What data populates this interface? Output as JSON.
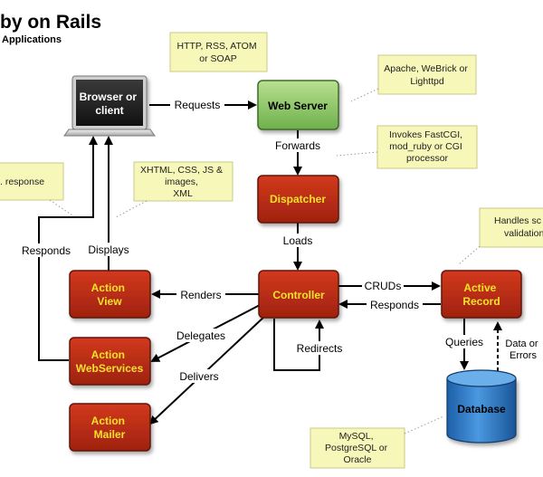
{
  "header": {
    "title": "by on Rails",
    "subtitle": "Applications"
  },
  "nodes": {
    "browser": [
      "Browser or",
      "client"
    ],
    "web_server": [
      "Web Server"
    ],
    "dispatcher": [
      "Dispatcher"
    ],
    "controller": [
      "Controller"
    ],
    "action_view": [
      "Action",
      "View"
    ],
    "action_webservices": [
      "Action",
      "WebServices"
    ],
    "action_mailer": [
      "Action",
      "Mailer"
    ],
    "active_record": [
      "Active",
      "Record"
    ],
    "database": [
      "Database"
    ]
  },
  "notes": {
    "http": [
      "HTTP, RSS, ATOM",
      "or SOAP"
    ],
    "apache": [
      "Apache, WeBrick or",
      "Lighttpd"
    ],
    "fastcgi": [
      "Invokes FastCGI,",
      "mod_ruby or CGI",
      "processor"
    ],
    "response": [
      ". response"
    ],
    "xhtml": [
      "XHTML, CSS, JS &",
      "images,",
      "XML"
    ],
    "validation": [
      "Handles sc",
      "validation"
    ],
    "mysql": [
      "MySQL,",
      "PostgreSQL or",
      "Oracle"
    ]
  },
  "edge_labels": {
    "requests": "Requests",
    "forwards": "Forwards",
    "loads": "Loads",
    "renders": "Renders",
    "cruds": "CRUDs",
    "responds_ar": "Responds",
    "delegates": "Delegates",
    "redirects": "Redirects",
    "delivers": "Delivers",
    "responds_left": "Responds",
    "displays": "Displays",
    "queries": "Queries",
    "data_or_errors": [
      "Data or",
      "Errors"
    ]
  },
  "colors": {
    "node_red": "#b82a14",
    "node_red_text": "#f6e12a",
    "node_green": "#8cc468",
    "note_fill": "#f6f7b8",
    "note_stroke": "#c9cb84",
    "db_blue": "#2d78c6"
  }
}
